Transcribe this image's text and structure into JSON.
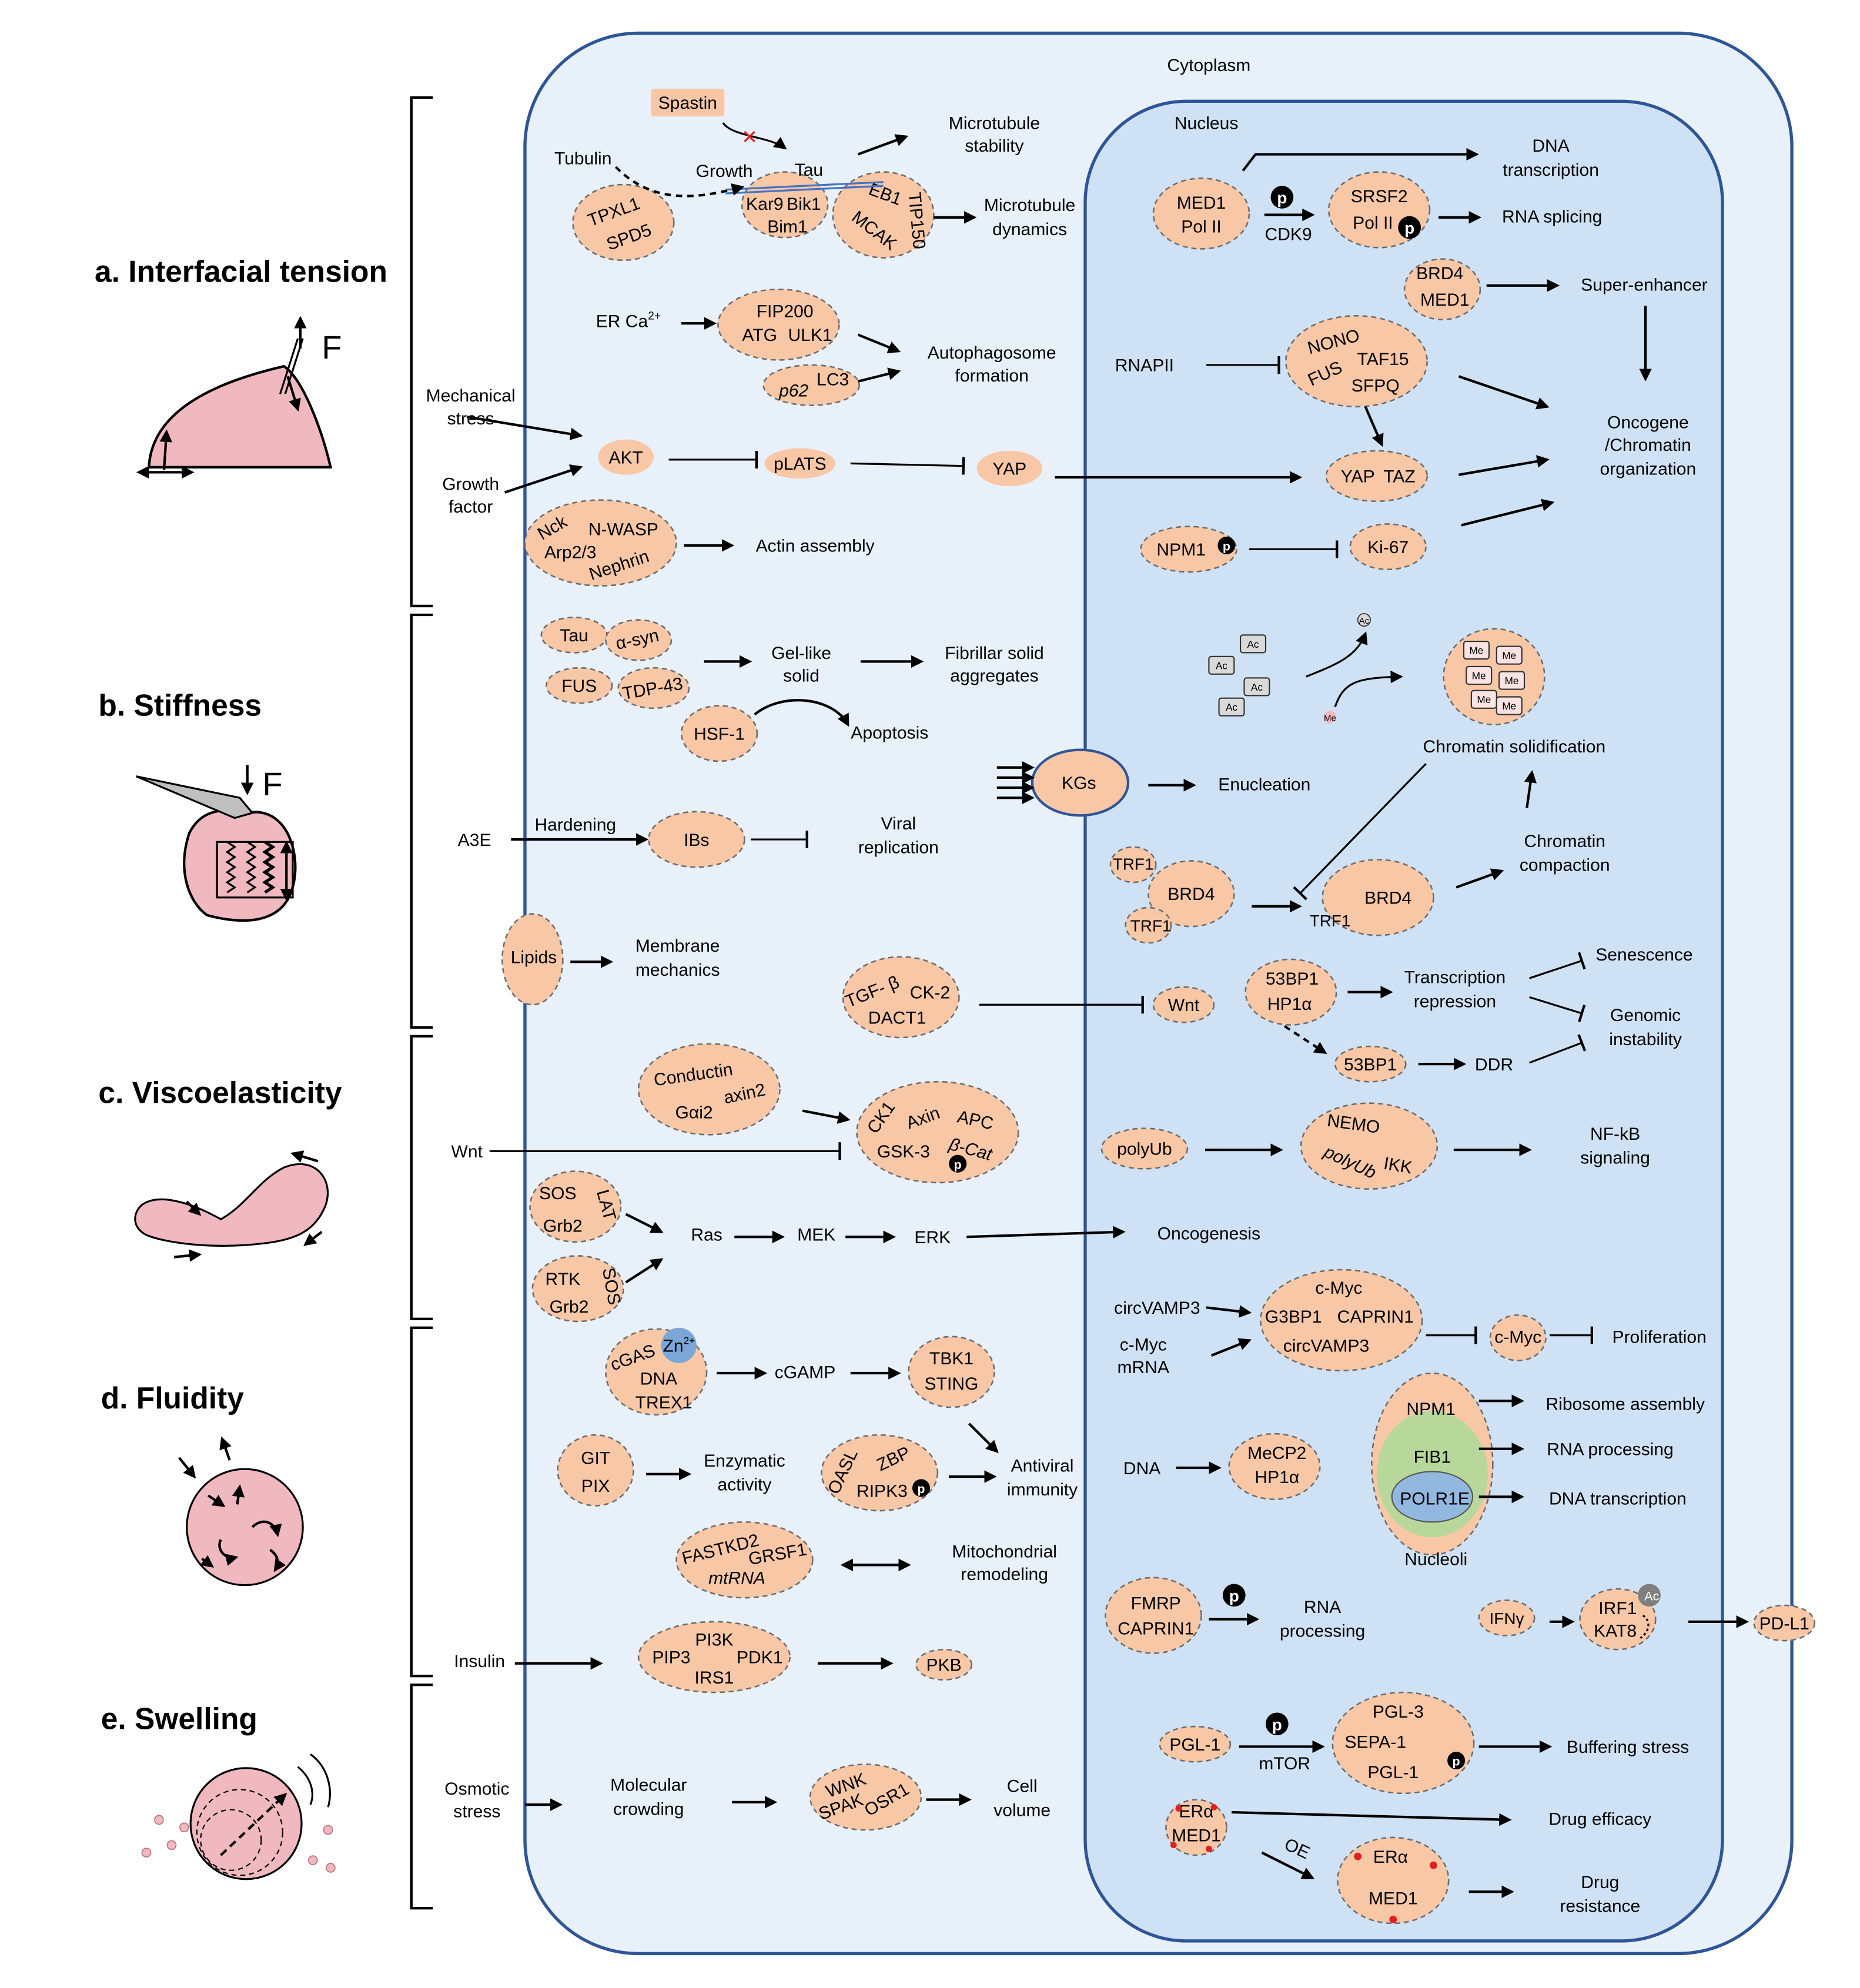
{
  "colors": {
    "cell_fill": "#e8f0fa",
    "cell_stroke": "#2f5597",
    "nucleus_fill": "#cfe2f5",
    "condensate": "#f7c7a6",
    "condensate_inner": "#f2b48a",
    "droplet": "#f0b9c0",
    "fib1": "#b7d89a",
    "zn": "#7aa7d8",
    "polr1e": "#93b8e0",
    "dot_red": "#e02020",
    "marker": "#7f7f7f"
  },
  "compartments": {
    "cytoplasm": "Cytoplasm",
    "nucleus": "Nucleus",
    "nucleoli": "Nucleoli"
  },
  "sections": [
    {
      "id": "a",
      "label": "a. Interfacial tension"
    },
    {
      "id": "b",
      "label": "b. Stiffness"
    },
    {
      "id": "c",
      "label": "c. Viscoelasticity"
    },
    {
      "id": "d",
      "label": "d. Fluidity"
    },
    {
      "id": "e",
      "label": "e. Swelling"
    }
  ],
  "force_label": "F",
  "marks": {
    "p": "p",
    "ac": "Ac",
    "me": "Me"
  },
  "inputs": {
    "mechanical_stress": [
      "Mechanical",
      "stress"
    ],
    "growth_factor": [
      "Growth",
      "factor"
    ],
    "a3e": "A3E",
    "wnt": "Wnt",
    "insulin": "Insulin",
    "osmotic_stress": [
      "Osmotic",
      "stress"
    ]
  },
  "cytoplasm": {
    "spastin": "Spastin",
    "tubulin": "Tubulin",
    "growth": "Growth",
    "tau": "Tau",
    "tpxl1": "TPXL1",
    "spd5": "SPD5",
    "kar9": "Kar9",
    "bik1": "Bik1",
    "bim1": "Bim1",
    "eb1": "EB1",
    "mcak": "MCAK",
    "tip150": "TIP150",
    "microtubule_stability": [
      "Microtubule",
      "stability"
    ],
    "microtubule_dynamics": [
      "Microtubule",
      "dynamics"
    ],
    "er_ca": "ER Ca",
    "er_ca_sup": "2+",
    "fip200": "FIP200",
    "atg": "ATG",
    "ulk1": "ULK1",
    "p62": "p62",
    "lc3": "LC3",
    "autophagosome": [
      "Autophagosome",
      "formation"
    ],
    "akt": "AKT",
    "plats": "pLATS",
    "yap": "YAP",
    "nck": "Nck",
    "nwasp": "N-WASP",
    "arp23": "Arp2/3",
    "nephrin": "Nephrin",
    "actin_assembly": "Actin assembly",
    "tau2": "Tau",
    "asyn": "α-syn",
    "fus": "FUS",
    "tdp43": "TDP-43",
    "gel_like": [
      "Gel-like",
      "solid"
    ],
    "fibrillar": [
      "Fibrillar solid",
      "aggregates"
    ],
    "hsf1": "HSF-1",
    "apoptosis": "Apoptosis",
    "kgs": "KGs",
    "enucleation": "Enucleation",
    "hardening": "Hardening",
    "ibs": "IBs",
    "viral_replication": [
      "Viral",
      "replication"
    ],
    "lipids": "Lipids",
    "membrane": [
      "Membrane",
      "mechanics"
    ],
    "tgfb": "TGF- β",
    "ck2": "CK-2",
    "dact1": "DACT1",
    "conductin": "Conductin",
    "axin2": "axin2",
    "gai2": "Gαi2",
    "ck1": "CK1",
    "axin": "Axin",
    "apc": "APC",
    "gsk3": "GSK-3",
    "bcat": "β-Cat",
    "sos": "SOS",
    "lat": "LAT",
    "grb2": "Grb2",
    "rtk": "RTK",
    "sos2": "SOS",
    "grb2b": "Grb2",
    "ras": "Ras",
    "mek": "MEK",
    "erk": "ERK",
    "oncogenesis": "Oncogenesis",
    "cgas": "cGAS",
    "zn": "Zn",
    "zn_sup": "2+",
    "dna": "DNA",
    "trex1": "TREX1",
    "cgamp": "cGAMP",
    "tbk1": "TBK1",
    "sting": "STING",
    "git": "GIT",
    "pix": "PIX",
    "enzymatic": [
      "Enzymatic",
      "activity"
    ],
    "oasl": "OASL",
    "zbp": "ZBP",
    "ripk3": "RIPK3",
    "antiviral": [
      "Antiviral",
      "immunity"
    ],
    "fastkd2": "FASTKD2",
    "grsf1": "GRSF1",
    "mtrna": "mtRNA",
    "mito": [
      "Mitochondrial",
      "remodeling"
    ],
    "pi3k": "PI3K",
    "pip3": "PIP3",
    "pdk1": "PDK1",
    "irs1": "IRS1",
    "pkb": "PKB",
    "molecular_crowding": [
      "Molecular",
      "crowding"
    ],
    "wnk": "WNK",
    "spak": "SPAK",
    "osr1": "OSR1",
    "cell_volume": [
      "Cell",
      "volume"
    ]
  },
  "nucleus": {
    "med1": "MED1",
    "pol2": "Pol II",
    "cdk9": "CDK9",
    "srsf2": "SRSF2",
    "pol2b": "Pol II",
    "dna_transcription": [
      "DNA",
      "transcription"
    ],
    "rna_splicing": "RNA splicing",
    "brd4": "BRD4",
    "med1b": "MED1",
    "super_enhancer": "Super-enhancer",
    "rnapii": "RNAPII",
    "nono": "NONO",
    "taf15": "TAF15",
    "fus": "FUS",
    "sfpq": "SFPQ",
    "oncogene": [
      "Oncogene",
      "/Chromatin",
      "organization"
    ],
    "yap": "YAP",
    "taz": "TAZ",
    "npm1": "NPM1",
    "ki67": "Ki-67",
    "chromatin_solid": "Chromatin solidification",
    "chromatin_compaction": [
      "Chromatin",
      "compaction"
    ],
    "trf1": "TRF1",
    "brd4b": "BRD4",
    "trf1b": "TRF1",
    "trf1c": "TRF1",
    "brd4c": "BRD4",
    "wnt": "Wnt",
    "bp53": "53BP1",
    "hp1a": "HP1α",
    "transcription_repression": [
      "Transcription",
      "repression"
    ],
    "senescence": "Senescence",
    "genomic": [
      "Genomic",
      "instability"
    ],
    "bp53b": "53BP1",
    "ddr": "DDR",
    "polyub": "polyUb",
    "nemo": "NEMO",
    "polyub2": "polyUb",
    "ikk": "IKK",
    "nfkb": [
      "NF-kB",
      "signaling"
    ],
    "circvamp3": "circVAMP3",
    "cmyc_mrna": [
      "c-Myc",
      "mRNA"
    ],
    "cmyc": "c-Myc",
    "g3bp1": "G3BP1",
    "caprin1": "CAPRIN1",
    "circvamp3b": "circVAMP3",
    "cmyc2": "c-Myc",
    "proliferation": "Proliferation",
    "npm1b": "NPM1",
    "ribosome": "Ribosome assembly",
    "fib1": "FIB1",
    "rna_processing": "RNA processing",
    "polr1e": "POLR1E",
    "dna_transcription2": "DNA transcription",
    "dna": "DNA",
    "mecp2": "MeCP2",
    "hp1a2": "HP1α",
    "fmrp": "FMRP",
    "caprin1b": "CAPRIN1",
    "rna_processing2": [
      "RNA",
      "processing"
    ],
    "ifng": "IFNγ",
    "irf1": "IRF1",
    "kat8": "KAT8",
    "pdl1": "PD-L1",
    "pgl1": "PGL-1",
    "mtor": "mTOR",
    "pgl3": "PGL-3",
    "sepa1": "SEPA-1",
    "pgl1b": "PGL-1",
    "buffering": "Buffering stress",
    "era": "ERα",
    "med1c": "MED1",
    "drug_efficacy": "Drug efficacy",
    "oe": "OE",
    "era2": "ERα",
    "med1d": "MED1",
    "drug_resistance": [
      "Drug",
      "resistance"
    ]
  }
}
